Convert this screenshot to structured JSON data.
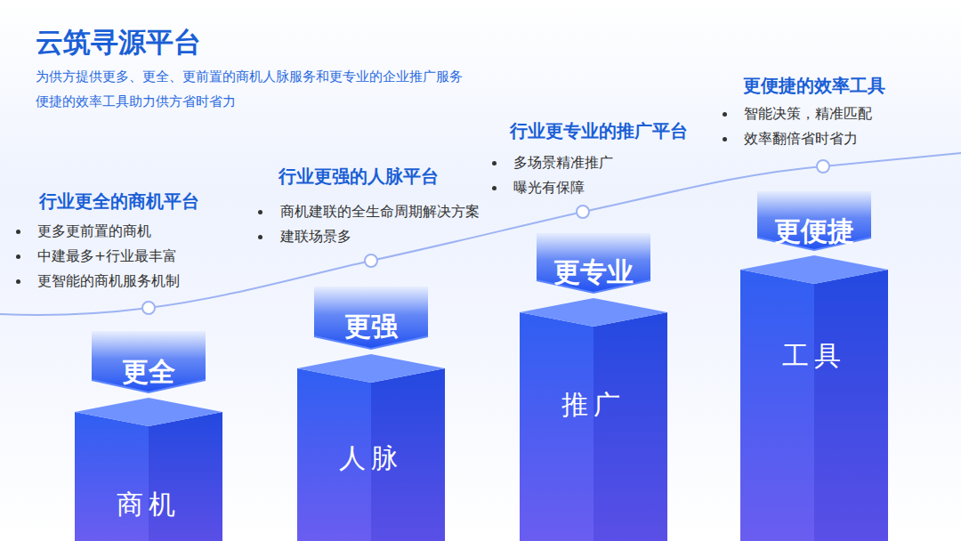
{
  "diagram": {
    "title": "云筑寻源平台",
    "nodes": [
      {
        "text": [
          "更全",
          "商机"
        ]
      },
      {
        "text": [
          "更强",
          "人脉"
        ]
      },
      {
        "text": [
          "更专业",
          "推广"
        ]
      },
      {
        "text": [
          "更便捷",
          "工具"
        ]
      }
    ],
    "labels": [
      "为供方提供更多、更全、更前置的商机人脉服务和更专业的企业推广服务",
      "便捷的效率工具助力供方省时省力",
      "行业更全的商机平台",
      "更多更前置的商机",
      "中建最多+行业最丰富",
      "更智能的商机服务机制",
      "行业更强的人脉平台",
      "商机建联的全生命周期解决方案",
      "建联场景多",
      "行业更专业的推广平台",
      "多场景精准推广",
      "曝光有保障",
      "更便捷的效率工具",
      "智能决策，精准匹配",
      "效率翻倍省时省力"
    ]
  }
}
